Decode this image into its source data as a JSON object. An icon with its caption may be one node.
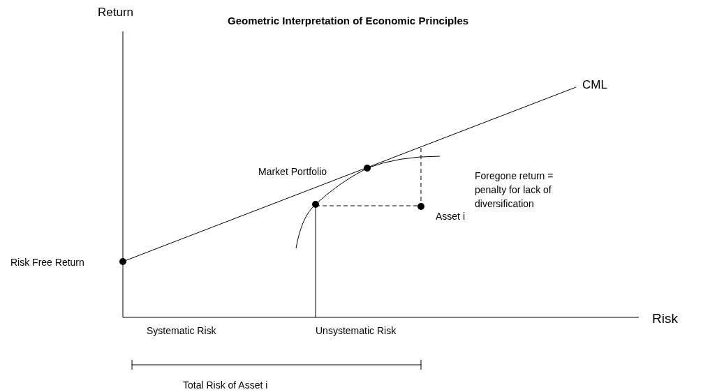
{
  "diagram": {
    "title": "Geometric Interpretation of Economic Principles",
    "labels": [
      "Return",
      "CML",
      "Market Portfolio",
      "Foregone return = penalty for lack of diversification",
      "Asset i",
      "Risk Free Return",
      "Risk",
      "Systematic Risk",
      "Unsystematic Risk",
      "Total Risk of Asset i"
    ]
  }
}
